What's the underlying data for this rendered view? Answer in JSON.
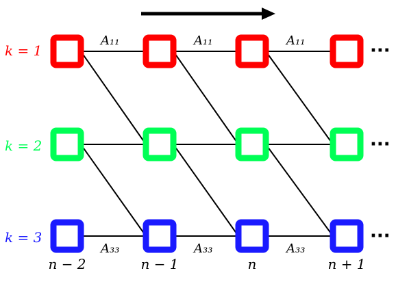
{
  "rows": [
    {
      "label": "k = 1",
      "color": "#ff0000"
    },
    {
      "label": "k = 2",
      "color": "#00ff55"
    },
    {
      "label": "k = 3",
      "color": "#1a1aff"
    }
  ],
  "columns": [
    "n − 2",
    "n − 1",
    "n",
    "n + 1"
  ],
  "transitions": {
    "top": [
      "A₁₁",
      "A₁₁",
      "A₁₁"
    ],
    "bottom": [
      "A₃₃",
      "A₃₃",
      "A₃₃"
    ]
  },
  "ellipsis": "···",
  "arrow_direction": "right"
}
